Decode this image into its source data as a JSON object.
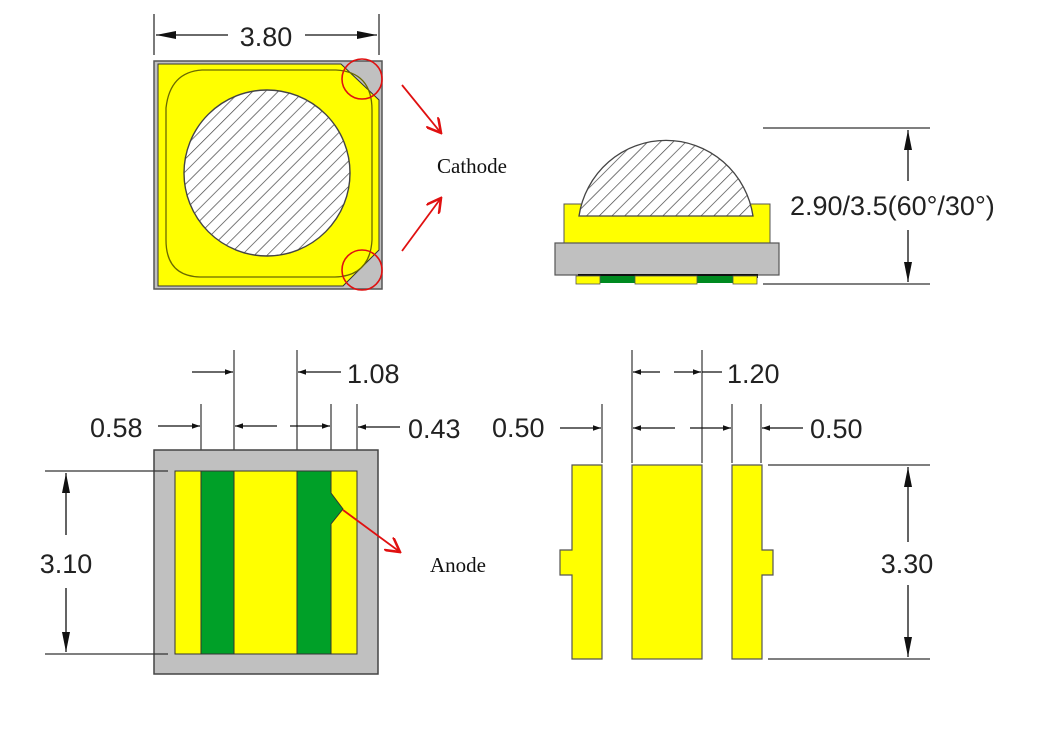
{
  "title": "LED package dimension drawing",
  "colors": {
    "pad_yellow": "#ffff00",
    "substrate_gray": "#c0c0c0",
    "stripe_green": "#00a028",
    "annotation_red": "#e01010",
    "line": "#333333"
  },
  "top_view": {
    "width_dim": "3.80"
  },
  "side_view": {
    "height_dim": "2.90/3.5(60°/30°)"
  },
  "bottom_view": {
    "dims": {
      "gap_left": "0.58",
      "pad_width": "1.08",
      "gap_right": "0.43",
      "height": "3.10"
    }
  },
  "footprint": {
    "dims": {
      "pad_left": "0.50",
      "pad_center": "1.20",
      "pad_right": "0.50",
      "height": "3.30"
    }
  },
  "annotations": {
    "cathode": "Cathode",
    "anode": "Anode"
  }
}
